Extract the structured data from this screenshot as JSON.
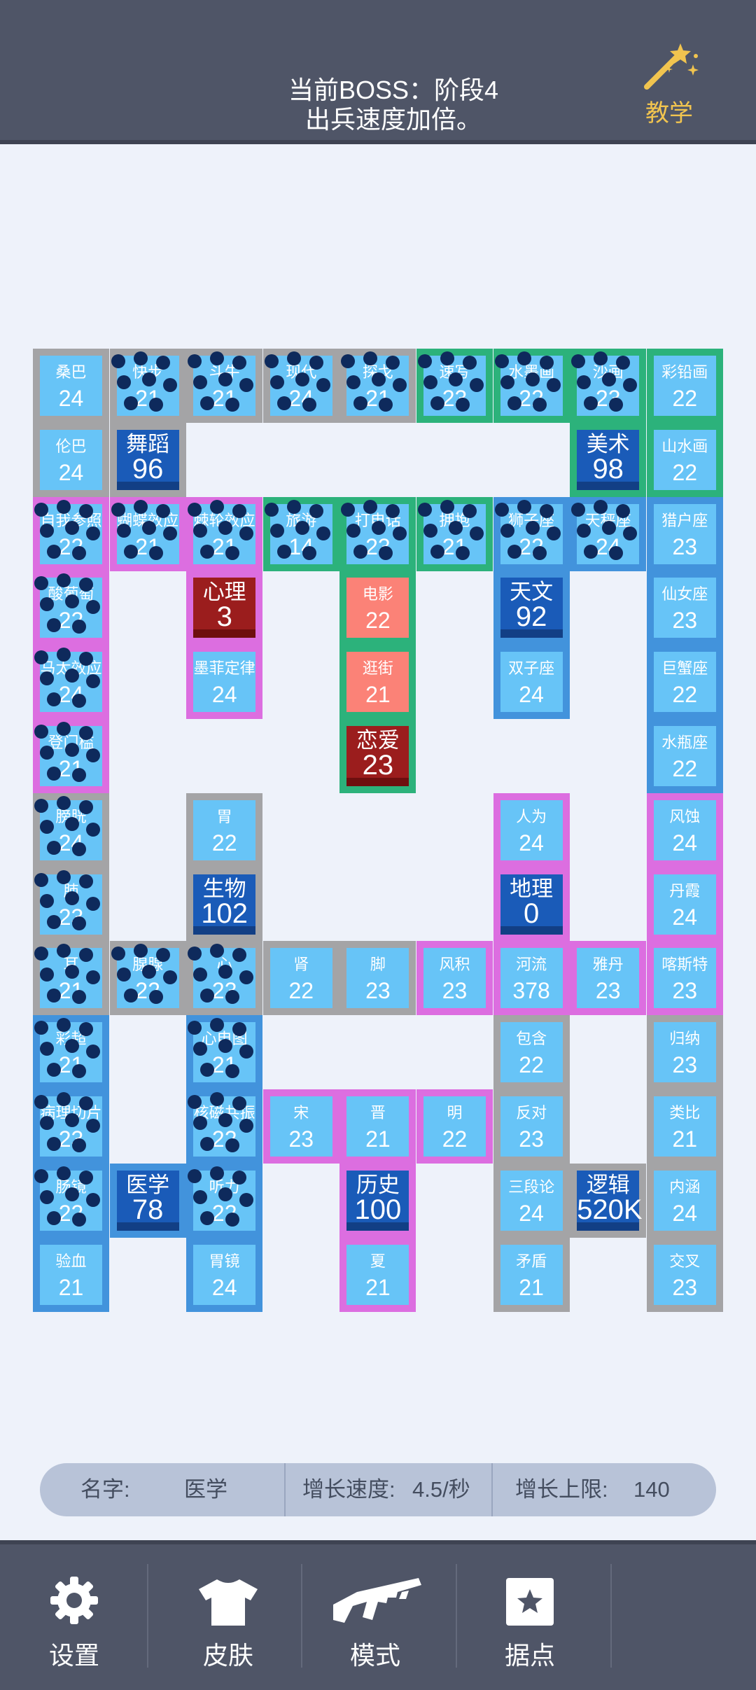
{
  "header": {
    "boss_line1": "当前BOSS：阶段4",
    "boss_line2": "出兵速度加倍。",
    "teach_label": "教学",
    "teach_icon": "magic-wand-icon"
  },
  "colors": {
    "gray": "#a4a4a6",
    "green": "#2cb27b",
    "pink": "#dc6ee0",
    "blue": "#4293dc",
    "tile": "#67c4f7",
    "salmon": "#fb8277",
    "red_base": "#9b1d1d",
    "blue_base": "#1a5bb8",
    "enemy_dot": "#0e2a5c"
  },
  "board": {
    "cols": 9,
    "rows": 13,
    "cells": [
      {
        "r": 0,
        "c": 0,
        "b": "gray",
        "t": "n",
        "name": "桑巴",
        "value": "24"
      },
      {
        "r": 0,
        "c": 1,
        "b": "gray",
        "t": "n",
        "name": "快步",
        "value": "21"
      },
      {
        "r": 0,
        "c": 2,
        "b": "gray",
        "t": "n",
        "name": "斗牛",
        "value": "21"
      },
      {
        "r": 0,
        "c": 3,
        "b": "gray",
        "t": "n",
        "name": "现代",
        "value": "24"
      },
      {
        "r": 0,
        "c": 4,
        "b": "gray",
        "t": "n",
        "name": "探戈",
        "value": "21"
      },
      {
        "r": 0,
        "c": 5,
        "b": "green",
        "t": "n",
        "name": "速写",
        "value": "23"
      },
      {
        "r": 0,
        "c": 6,
        "b": "green",
        "t": "n",
        "name": "水墨画",
        "value": "22"
      },
      {
        "r": 0,
        "c": 7,
        "b": "green",
        "t": "n",
        "name": "沙画",
        "value": "23"
      },
      {
        "r": 0,
        "c": 8,
        "b": "green",
        "t": "n",
        "name": "彩铅画",
        "value": "22"
      },
      {
        "r": 1,
        "c": 0,
        "b": "gray",
        "t": "n",
        "name": "伦巴",
        "value": "24"
      },
      {
        "r": 1,
        "c": 1,
        "b": "gray",
        "t": "blue",
        "name": "舞蹈",
        "value": "96"
      },
      {
        "r": 1,
        "c": 7,
        "b": "green",
        "t": "blue",
        "name": "美术",
        "value": "98"
      },
      {
        "r": 1,
        "c": 8,
        "b": "green",
        "t": "n",
        "name": "山水画",
        "value": "22"
      },
      {
        "r": 2,
        "c": 0,
        "b": "pink",
        "t": "n",
        "name": "自我参照",
        "value": "22"
      },
      {
        "r": 2,
        "c": 1,
        "b": "pink",
        "t": "n",
        "name": "蝴蝶效应",
        "value": "21"
      },
      {
        "r": 2,
        "c": 2,
        "b": "pink",
        "t": "n",
        "name": "棘轮效应",
        "value": "21"
      },
      {
        "r": 2,
        "c": 3,
        "b": "green",
        "t": "n",
        "name": "旅游",
        "value": "14"
      },
      {
        "r": 2,
        "c": 4,
        "b": "green",
        "t": "n",
        "name": "打电话",
        "value": "23"
      },
      {
        "r": 2,
        "c": 5,
        "b": "green",
        "t": "n",
        "name": "拥抱",
        "value": "21"
      },
      {
        "r": 2,
        "c": 6,
        "b": "blue",
        "t": "n",
        "name": "狮子座",
        "value": "22"
      },
      {
        "r": 2,
        "c": 7,
        "b": "blue",
        "t": "n",
        "name": "天秤座",
        "value": "24"
      },
      {
        "r": 2,
        "c": 8,
        "b": "blue",
        "t": "n",
        "name": "猎户座",
        "value": "23"
      },
      {
        "r": 3,
        "c": 0,
        "b": "pink",
        "t": "n",
        "name": "酸葡萄",
        "value": "22"
      },
      {
        "r": 3,
        "c": 2,
        "b": "pink",
        "t": "red",
        "name": "心理",
        "value": "3"
      },
      {
        "r": 3,
        "c": 4,
        "b": "green",
        "t": "pink",
        "name": "电影",
        "value": "22"
      },
      {
        "r": 3,
        "c": 6,
        "b": "blue",
        "t": "blue",
        "name": "天文",
        "value": "92"
      },
      {
        "r": 3,
        "c": 8,
        "b": "blue",
        "t": "n",
        "name": "仙女座",
        "value": "23"
      },
      {
        "r": 4,
        "c": 0,
        "b": "pink",
        "t": "n",
        "name": "马太效应",
        "value": "24"
      },
      {
        "r": 4,
        "c": 2,
        "b": "pink",
        "t": "n",
        "name": "墨菲定律",
        "value": "24"
      },
      {
        "r": 4,
        "c": 4,
        "b": "green",
        "t": "pink",
        "name": "逛街",
        "value": "21"
      },
      {
        "r": 4,
        "c": 6,
        "b": "blue",
        "t": "n",
        "name": "双子座",
        "value": "24"
      },
      {
        "r": 4,
        "c": 8,
        "b": "blue",
        "t": "n",
        "name": "巨蟹座",
        "value": "22"
      },
      {
        "r": 5,
        "c": 0,
        "b": "pink",
        "t": "n",
        "name": "登门槛",
        "value": "21"
      },
      {
        "r": 5,
        "c": 4,
        "b": "green",
        "t": "red",
        "name": "恋爱",
        "value": "23"
      },
      {
        "r": 5,
        "c": 8,
        "b": "blue",
        "t": "n",
        "name": "水瓶座",
        "value": "22"
      },
      {
        "r": 6,
        "c": 0,
        "b": "gray",
        "t": "n",
        "name": "膀胱",
        "value": "24"
      },
      {
        "r": 6,
        "c": 2,
        "b": "gray",
        "t": "n",
        "name": "胃",
        "value": "22"
      },
      {
        "r": 6,
        "c": 6,
        "b": "pink",
        "t": "n",
        "name": "人为",
        "value": "24"
      },
      {
        "r": 6,
        "c": 8,
        "b": "pink",
        "t": "n",
        "name": "风蚀",
        "value": "24"
      },
      {
        "r": 7,
        "c": 0,
        "b": "gray",
        "t": "n",
        "name": "肺",
        "value": "23"
      },
      {
        "r": 7,
        "c": 2,
        "b": "gray",
        "t": "blue",
        "name": "生物",
        "value": "102"
      },
      {
        "r": 7,
        "c": 6,
        "b": "pink",
        "t": "blue",
        "name": "地理",
        "value": "0"
      },
      {
        "r": 7,
        "c": 8,
        "b": "pink",
        "t": "n",
        "name": "丹霞",
        "value": "24"
      },
      {
        "r": 8,
        "c": 0,
        "b": "gray",
        "t": "n",
        "name": "耳",
        "value": "21"
      },
      {
        "r": 8,
        "c": 1,
        "b": "gray",
        "t": "n",
        "name": "腺腺",
        "value": "22"
      },
      {
        "r": 8,
        "c": 2,
        "b": "gray",
        "t": "n",
        "name": "心",
        "value": "23"
      },
      {
        "r": 8,
        "c": 3,
        "b": "gray",
        "t": "n",
        "name": "肾",
        "value": "22"
      },
      {
        "r": 8,
        "c": 4,
        "b": "gray",
        "t": "n",
        "name": "脚",
        "value": "23"
      },
      {
        "r": 8,
        "c": 5,
        "b": "pink",
        "t": "n",
        "name": "风积",
        "value": "23"
      },
      {
        "r": 8,
        "c": 6,
        "b": "pink",
        "t": "n",
        "name": "河流",
        "value": "378"
      },
      {
        "r": 8,
        "c": 7,
        "b": "pink",
        "t": "n",
        "name": "雅丹",
        "value": "23"
      },
      {
        "r": 8,
        "c": 8,
        "b": "pink",
        "t": "n",
        "name": "喀斯特",
        "value": "23"
      },
      {
        "r": 9,
        "c": 0,
        "b": "blue",
        "t": "n",
        "name": "彩超",
        "value": "21"
      },
      {
        "r": 9,
        "c": 2,
        "b": "blue",
        "t": "n",
        "name": "心电图",
        "value": "21"
      },
      {
        "r": 9,
        "c": 6,
        "b": "gray",
        "t": "n",
        "name": "包含",
        "value": "22"
      },
      {
        "r": 9,
        "c": 8,
        "b": "gray",
        "t": "n",
        "name": "归纳",
        "value": "23"
      },
      {
        "r": 10,
        "c": 0,
        "b": "blue",
        "t": "n",
        "name": "病理切片",
        "value": "23"
      },
      {
        "r": 10,
        "c": 2,
        "b": "blue",
        "t": "n",
        "name": "核磁共振",
        "value": "22"
      },
      {
        "r": 10,
        "c": 3,
        "b": "pink",
        "t": "n",
        "name": "宋",
        "value": "23"
      },
      {
        "r": 10,
        "c": 4,
        "b": "pink",
        "t": "n",
        "name": "晋",
        "value": "21"
      },
      {
        "r": 10,
        "c": 5,
        "b": "pink",
        "t": "n",
        "name": "明",
        "value": "22"
      },
      {
        "r": 10,
        "c": 6,
        "b": "gray",
        "t": "n",
        "name": "反对",
        "value": "23"
      },
      {
        "r": 10,
        "c": 8,
        "b": "gray",
        "t": "n",
        "name": "类比",
        "value": "21"
      },
      {
        "r": 11,
        "c": 0,
        "b": "blue",
        "t": "n",
        "name": "肠镜",
        "value": "22"
      },
      {
        "r": 11,
        "c": 1,
        "b": "blue",
        "t": "blue",
        "name": "医学",
        "value": "78"
      },
      {
        "r": 11,
        "c": 2,
        "b": "blue",
        "t": "n",
        "name": "听力",
        "value": "22"
      },
      {
        "r": 11,
        "c": 4,
        "b": "pink",
        "t": "blue",
        "name": "历史",
        "value": "100"
      },
      {
        "r": 11,
        "c": 6,
        "b": "gray",
        "t": "n",
        "name": "三段论",
        "value": "24"
      },
      {
        "r": 11,
        "c": 7,
        "b": "gray",
        "t": "blue",
        "name": "逻辑",
        "value": "520K"
      },
      {
        "r": 11,
        "c": 8,
        "b": "gray",
        "t": "n",
        "name": "内涵",
        "value": "24"
      },
      {
        "r": 12,
        "c": 0,
        "b": "blue",
        "t": "n",
        "name": "验血",
        "value": "21"
      },
      {
        "r": 12,
        "c": 2,
        "b": "blue",
        "t": "n",
        "name": "胃镜",
        "value": "24"
      },
      {
        "r": 12,
        "c": 4,
        "b": "pink",
        "t": "n",
        "name": "夏",
        "value": "21"
      },
      {
        "r": 12,
        "c": 6,
        "b": "gray",
        "t": "n",
        "name": "矛盾",
        "value": "21"
      },
      {
        "r": 12,
        "c": 8,
        "b": "gray",
        "t": "n",
        "name": "交叉",
        "value": "23"
      }
    ]
  },
  "enemy_clusters": [
    {
      "r": 0,
      "c": 1
    },
    {
      "r": 0,
      "c": 2
    },
    {
      "r": 0,
      "c": 3
    },
    {
      "r": 0,
      "c": 4
    },
    {
      "r": 0,
      "c": 5
    },
    {
      "r": 0,
      "c": 6
    },
    {
      "r": 0,
      "c": 7
    },
    {
      "r": 2,
      "c": 0
    },
    {
      "r": 2,
      "c": 1
    },
    {
      "r": 2,
      "c": 2
    },
    {
      "r": 2,
      "c": 3
    },
    {
      "r": 2,
      "c": 4
    },
    {
      "r": 2,
      "c": 5
    },
    {
      "r": 2,
      "c": 6
    },
    {
      "r": 2,
      "c": 7
    },
    {
      "r": 3,
      "c": 0
    },
    {
      "r": 4,
      "c": 0
    },
    {
      "r": 5,
      "c": 0
    },
    {
      "r": 6,
      "c": 0
    },
    {
      "r": 7,
      "c": 0
    },
    {
      "r": 8,
      "c": 0
    },
    {
      "r": 8,
      "c": 1
    },
    {
      "r": 8,
      "c": 2
    },
    {
      "r": 9,
      "c": 0
    },
    {
      "r": 9,
      "c": 2
    },
    {
      "r": 10,
      "c": 0
    },
    {
      "r": 10,
      "c": 2
    },
    {
      "r": 11,
      "c": 0
    },
    {
      "r": 11,
      "c": 2
    }
  ],
  "info": {
    "name_label": "名字:",
    "name_value": "医学",
    "speed_label": "增长速度:",
    "speed_value": "4.5/秒",
    "limit_label": "增长上限:",
    "limit_value": "140"
  },
  "nav": [
    {
      "label": "设置",
      "icon": "gear-icon"
    },
    {
      "label": "皮肤",
      "icon": "shirt-icon"
    },
    {
      "label": "模式",
      "icon": "rifle-icon"
    },
    {
      "label": "据点",
      "icon": "star-badge-icon"
    }
  ]
}
